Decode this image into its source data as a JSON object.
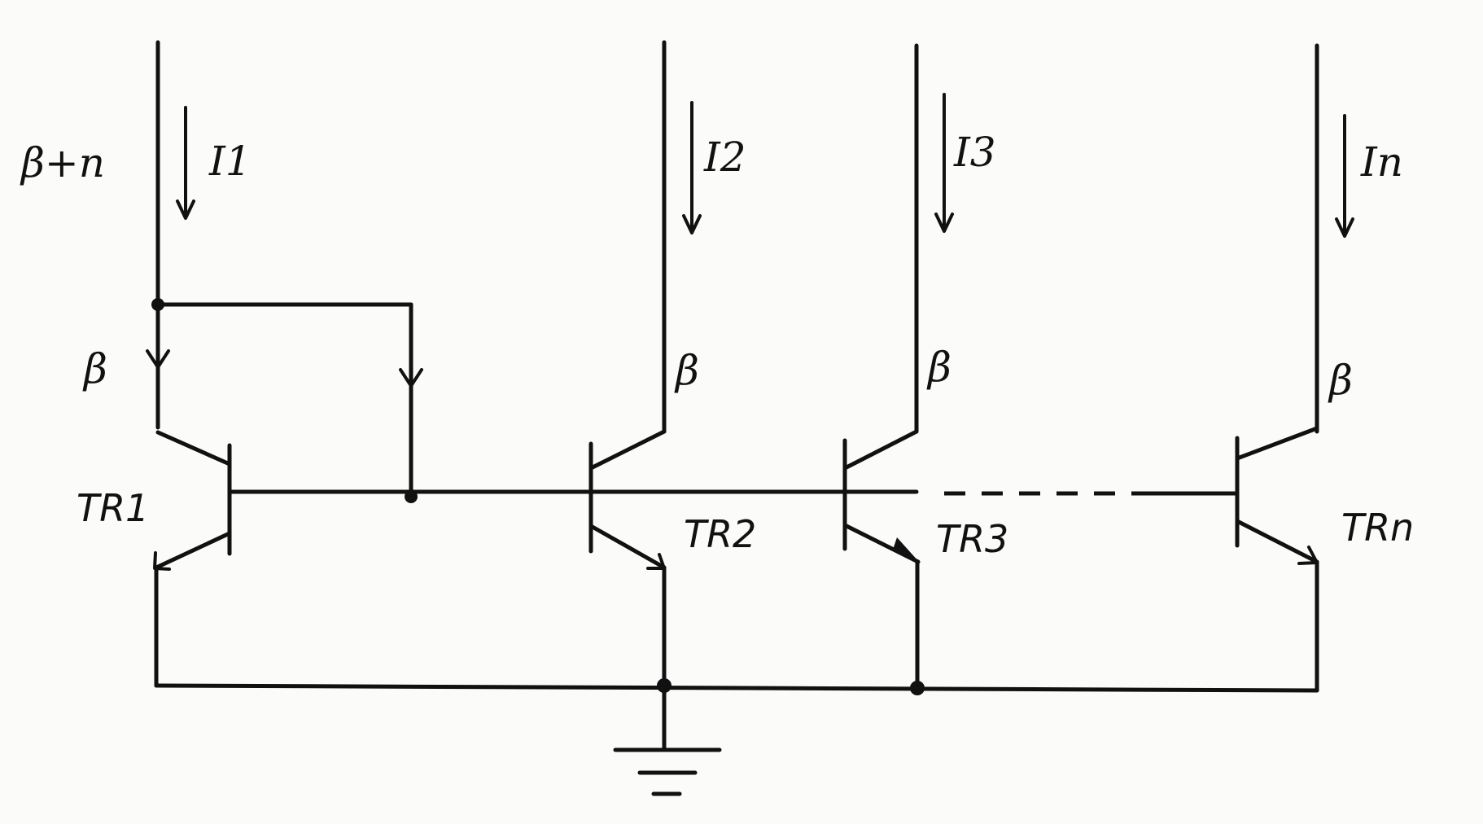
{
  "labels": {
    "beta_plus_n": "β+n",
    "beta_1": "β",
    "beta_2": "β",
    "beta_3": "β",
    "beta_n": "β",
    "i1": "I1",
    "i2": "I2",
    "i3": "I3",
    "in": "In",
    "tr1": "TR1",
    "tr2": "TR2",
    "tr3": "TR3",
    "trn": "TRn"
  }
}
